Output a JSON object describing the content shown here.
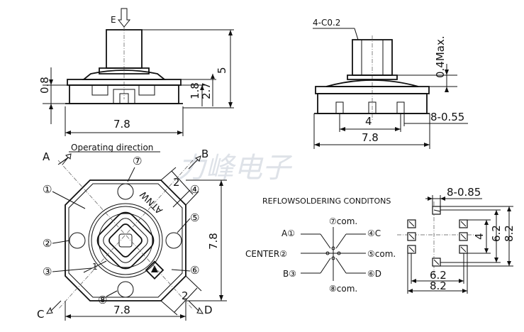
{
  "watermark": "力峰电子",
  "side_view": {
    "push_label": "E",
    "dims": {
      "stem_height": "5",
      "left_height": "0.8",
      "body_h1": "1.8",
      "body_h2": "2.7",
      "width": "7.8"
    }
  },
  "front_view": {
    "chamfer": "4-C0.2",
    "max_label": "0.4Max.",
    "dims": {
      "pin_span": "4",
      "width": "7.8",
      "pin_width": "8-0.55"
    }
  },
  "top_view": {
    "operating_direction": "Operating direction",
    "dir_a": "A",
    "dir_b": "B",
    "dir_c": "C",
    "dir_d": "D",
    "pins": [
      "①",
      "②",
      "③",
      "④",
      "⑤",
      "⑥",
      "⑦",
      "⑧"
    ],
    "marking": "ATNW",
    "dims": {
      "width": "7.8",
      "height": "7.8",
      "chamfer_top": "2",
      "chamfer_bottom": "2",
      "inner": "1"
    }
  },
  "schematic": {
    "title": "REFLOWSOLDERING CONDITONS",
    "left_labels": [
      "A①",
      "CENTER②",
      "B③"
    ],
    "right_labels": [
      "④C",
      "⑤com.",
      "⑥D"
    ],
    "top_label": "⑦com.",
    "bottom_label": "⑧com."
  },
  "footprint": {
    "pad_size": "8-0.85",
    "dims": {
      "inner_v": "4",
      "mid_v": "6.2",
      "outer_v": "8.2",
      "inner_h": "6.2",
      "outer_h": "8.2"
    }
  }
}
